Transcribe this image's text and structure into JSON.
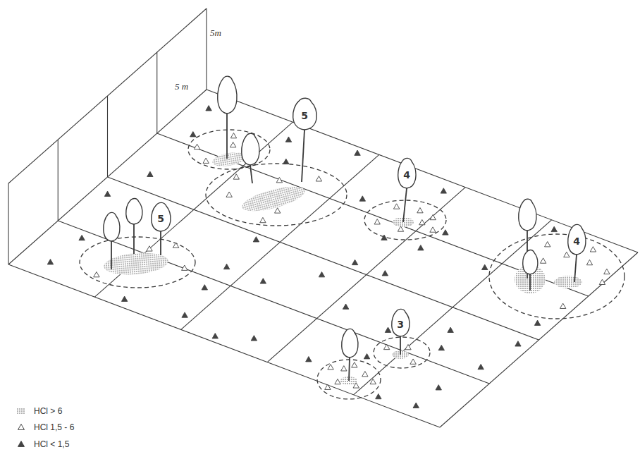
{
  "diagram": {
    "labels": [
      "5m",
      "5 m",
      "5",
      "5",
      "4",
      "4",
      "3"
    ],
    "legend": [
      {
        "text": "HCl > 6"
      },
      {
        "text": "HCl 1,5 - 6"
      },
      {
        "text": "HCl < 1,5"
      }
    ]
  }
}
